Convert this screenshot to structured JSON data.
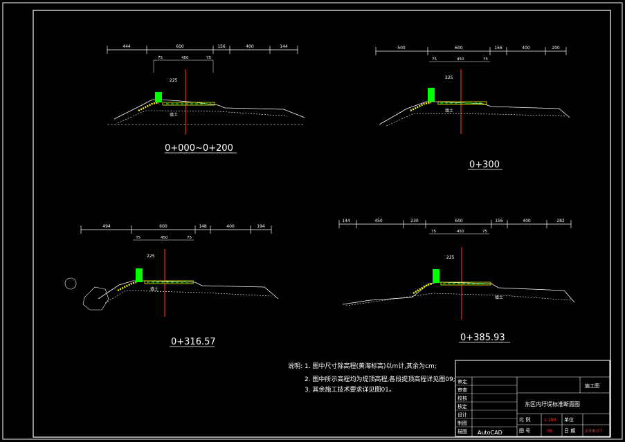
{
  "drawing": {
    "stations": [
      "0+000~0+200",
      "0+300",
      "0+316.57",
      "0+385.93"
    ],
    "dims": {
      "a": [
        "444",
        "600",
        "156",
        "400",
        "144"
      ],
      "b": [
        "500",
        "600",
        "156",
        "400",
        "200"
      ],
      "c": [
        "494",
        "600",
        "148",
        "400",
        "194"
      ],
      "d": [
        "144",
        "450",
        "230",
        "600",
        "156",
        "400",
        "282"
      ],
      "inner": [
        "75",
        "450",
        "75"
      ],
      "small": "225"
    },
    "soil": "填土",
    "notes": {
      "heading": "说明:",
      "items": [
        "1. 图中尺寸除高程(黄海标高)以m计,其余为cm;",
        "2. 图中所示高程均为堤顶高程,各段提顶高程详见图09;",
        "3. 其余施工技术要求详见图01。"
      ]
    },
    "title_block": {
      "roles": [
        "审定",
        "审查",
        "校核",
        "核定",
        "设计",
        "制图",
        "描图"
      ],
      "software": "AutoCAD",
      "project": "施工图",
      "drawing_title": "东区内圩堤标准断面图",
      "scale_label": "比 例",
      "unit_label": "单位",
      "page_label": "图 号",
      "date_label": "日 期",
      "scale_value": "1:100",
      "page_value": "08",
      "date_value": "2008.07"
    }
  }
}
